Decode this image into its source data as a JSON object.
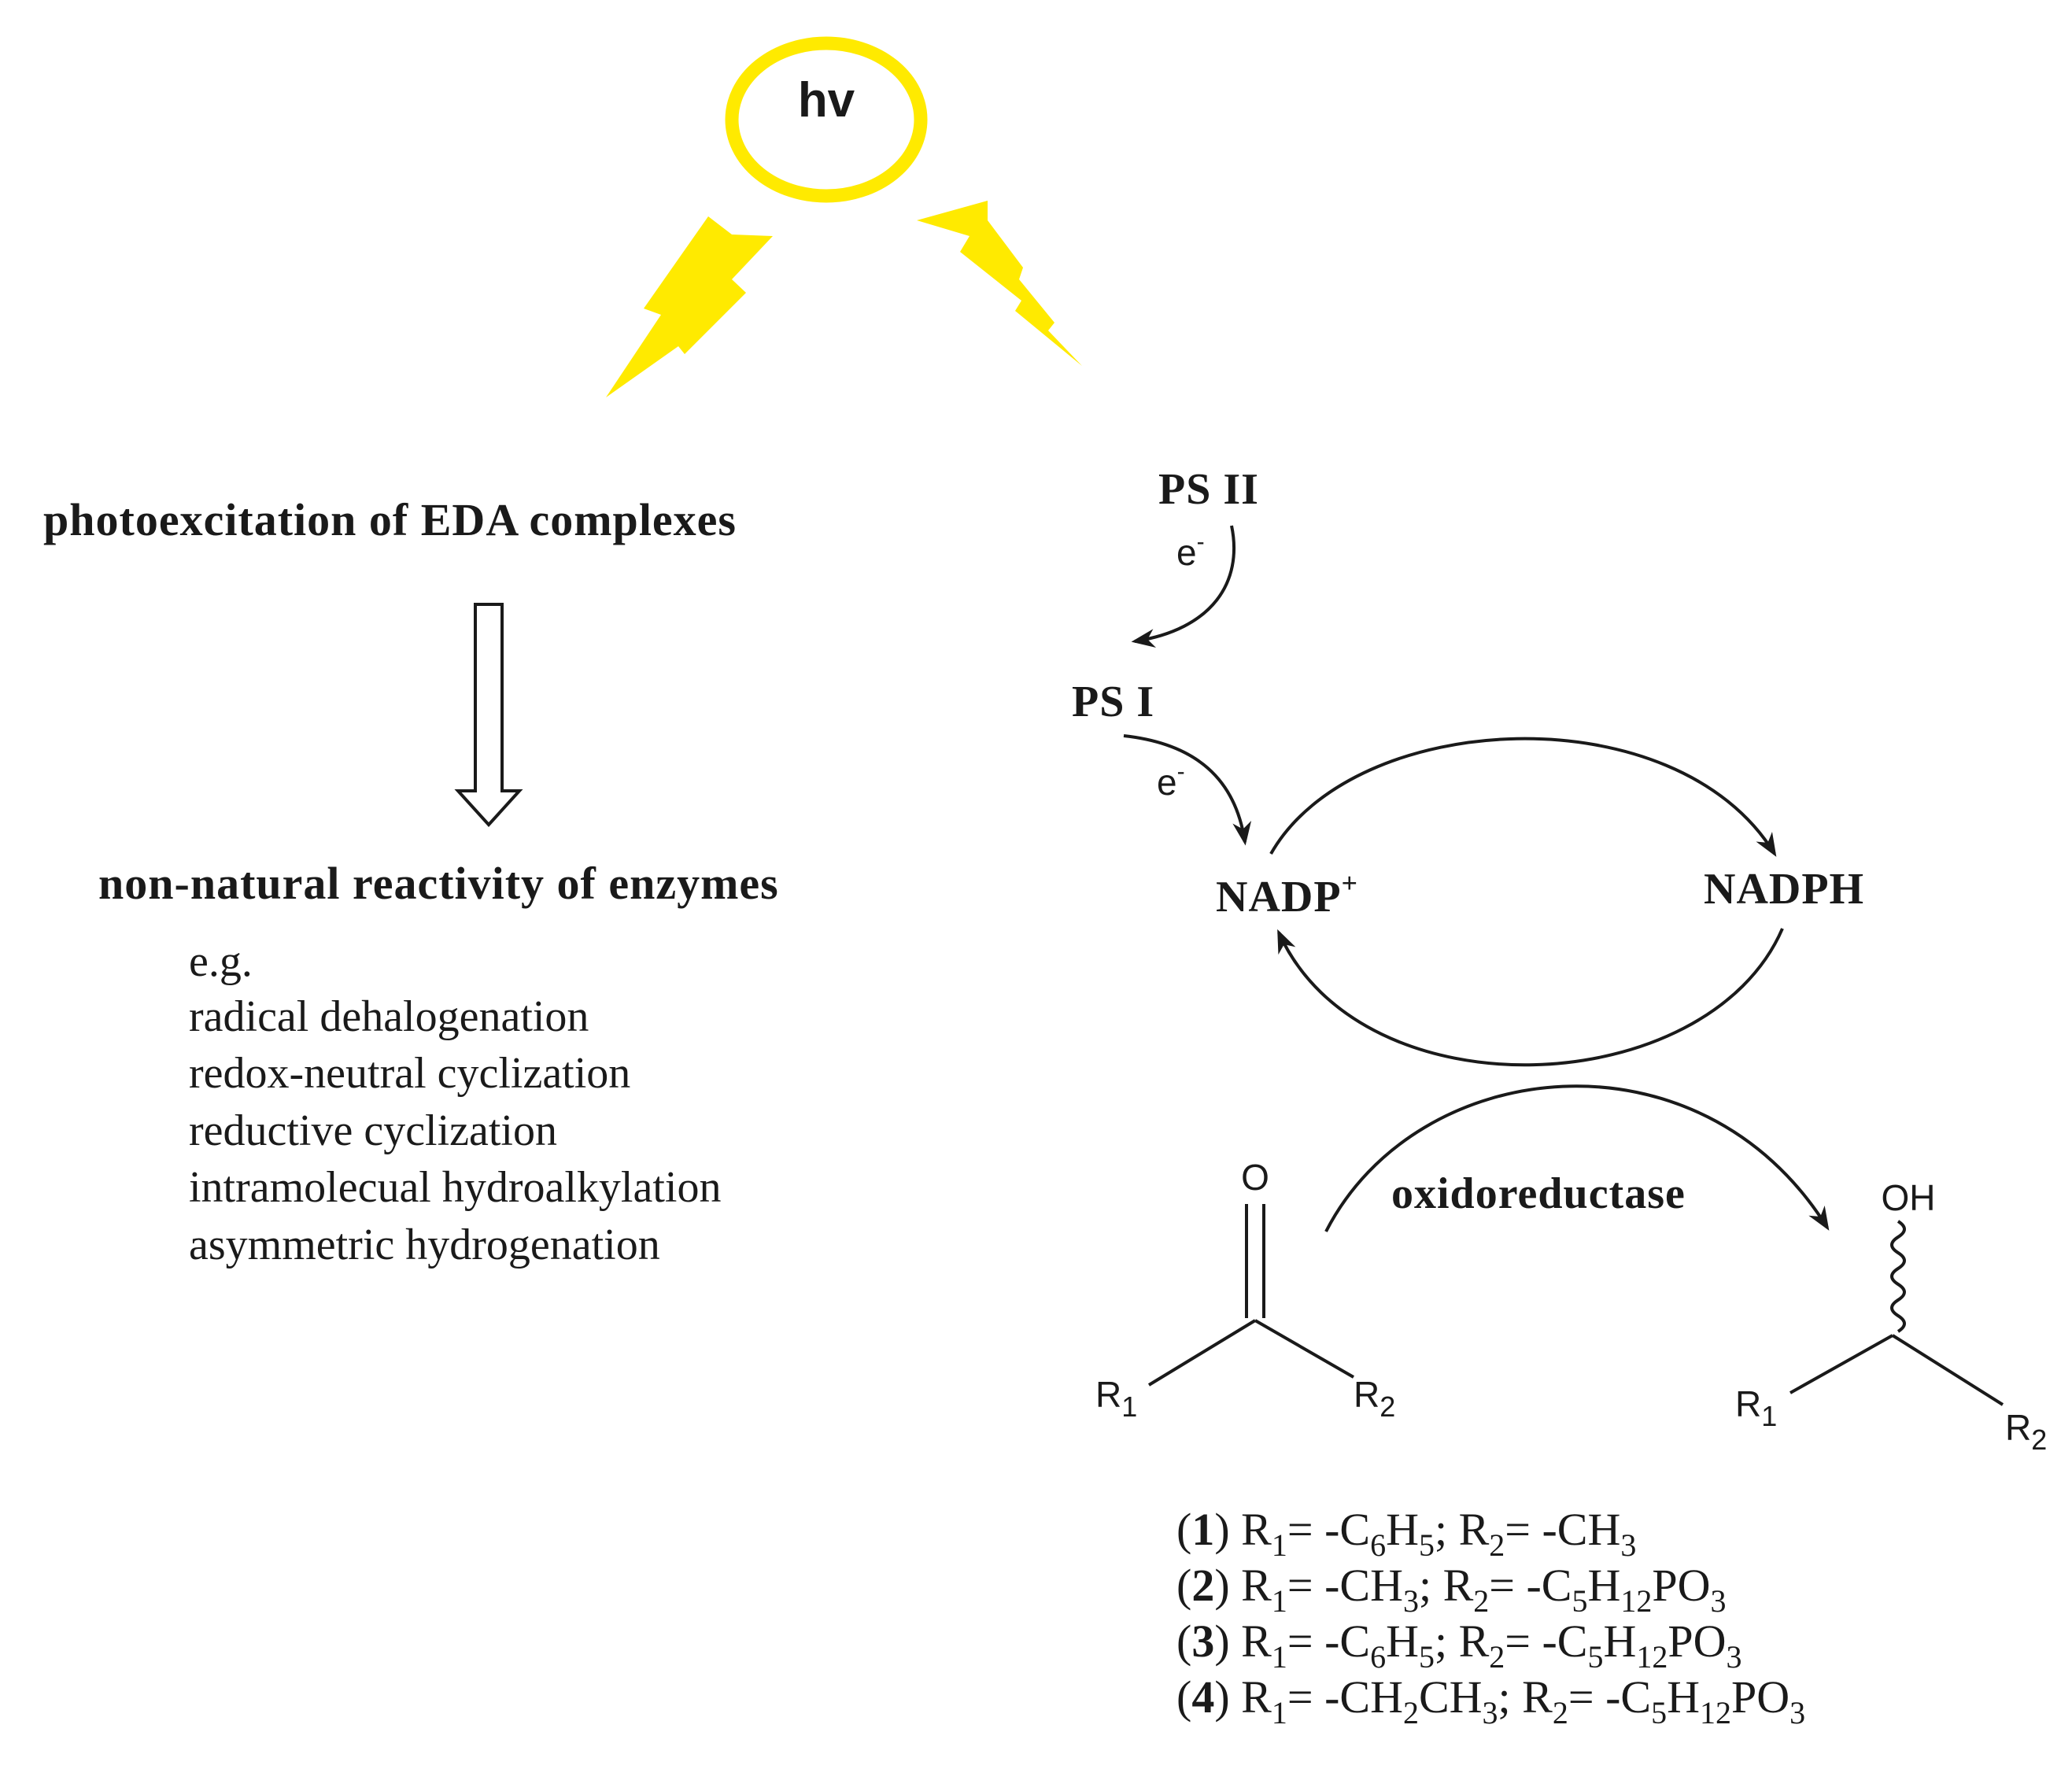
{
  "light": {
    "label": "hv",
    "colors": {
      "sun": "#FFEA00",
      "label": "#1a1a1a"
    }
  },
  "left_panel": {
    "heading": "photoexcitation of EDA complexes",
    "result": "non-natural reactivity of enzymes",
    "examples_intro": "e.g.",
    "examples": [
      "radical dehalogenation",
      "redox-neutral cyclization",
      "reductive cyclization",
      "intramolecual hydroalkylation",
      "asymmetric hydrogenation"
    ]
  },
  "photosynthesis": {
    "psii": "PS II",
    "psi": "PS I",
    "electron": "e",
    "electron_charge": "-"
  },
  "cofactor_cycle": {
    "oxidized": "NADP",
    "oxidized_charge": "+",
    "reduced": "NADPH",
    "enzyme": "oxidoreductase"
  },
  "structures": {
    "carbonyl_oxygen": "O",
    "hydroxyl": "OH",
    "r": "R",
    "sub1": "1",
    "sub2": "2"
  },
  "compounds": [
    {
      "id": "1",
      "r1": [
        [
          "-C",
          ""
        ],
        [
          "6",
          "sub"
        ],
        [
          "H",
          ""
        ],
        [
          "5",
          "sub"
        ]
      ],
      "r2": [
        [
          "-CH",
          ""
        ],
        [
          "3",
          "sub"
        ]
      ]
    },
    {
      "id": "2",
      "r1": [
        [
          "-CH",
          ""
        ],
        [
          "3",
          "sub"
        ]
      ],
      "r2": [
        [
          "-C",
          ""
        ],
        [
          "5",
          "sub"
        ],
        [
          "H",
          ""
        ],
        [
          "12",
          "sub"
        ],
        [
          "PO",
          ""
        ],
        [
          "3",
          "sub"
        ]
      ]
    },
    {
      "id": "3",
      "r1": [
        [
          "-C",
          ""
        ],
        [
          "6",
          "sub"
        ],
        [
          "H",
          ""
        ],
        [
          "5",
          "sub"
        ]
      ],
      "r2": [
        [
          "-C",
          ""
        ],
        [
          "5",
          "sub"
        ],
        [
          "H",
          ""
        ],
        [
          "12",
          "sub"
        ],
        [
          "PO",
          ""
        ],
        [
          "3",
          "sub"
        ]
      ]
    },
    {
      "id": "4",
      "r1": [
        [
          "-CH",
          ""
        ],
        [
          "2",
          "sub"
        ],
        [
          "CH",
          ""
        ],
        [
          "3",
          "sub"
        ]
      ],
      "r2": [
        [
          "-C",
          ""
        ],
        [
          "5",
          "sub"
        ],
        [
          "H",
          ""
        ],
        [
          "12",
          "sub"
        ],
        [
          "PO",
          ""
        ],
        [
          "3",
          "sub"
        ]
      ]
    }
  ],
  "compound_text": {
    "open": "(",
    "close": ")",
    "r1_label": "R",
    "r1_sub": "1",
    "r2_label": "R",
    "r2_sub": "2",
    "eq": "= ",
    "sep": "; "
  }
}
